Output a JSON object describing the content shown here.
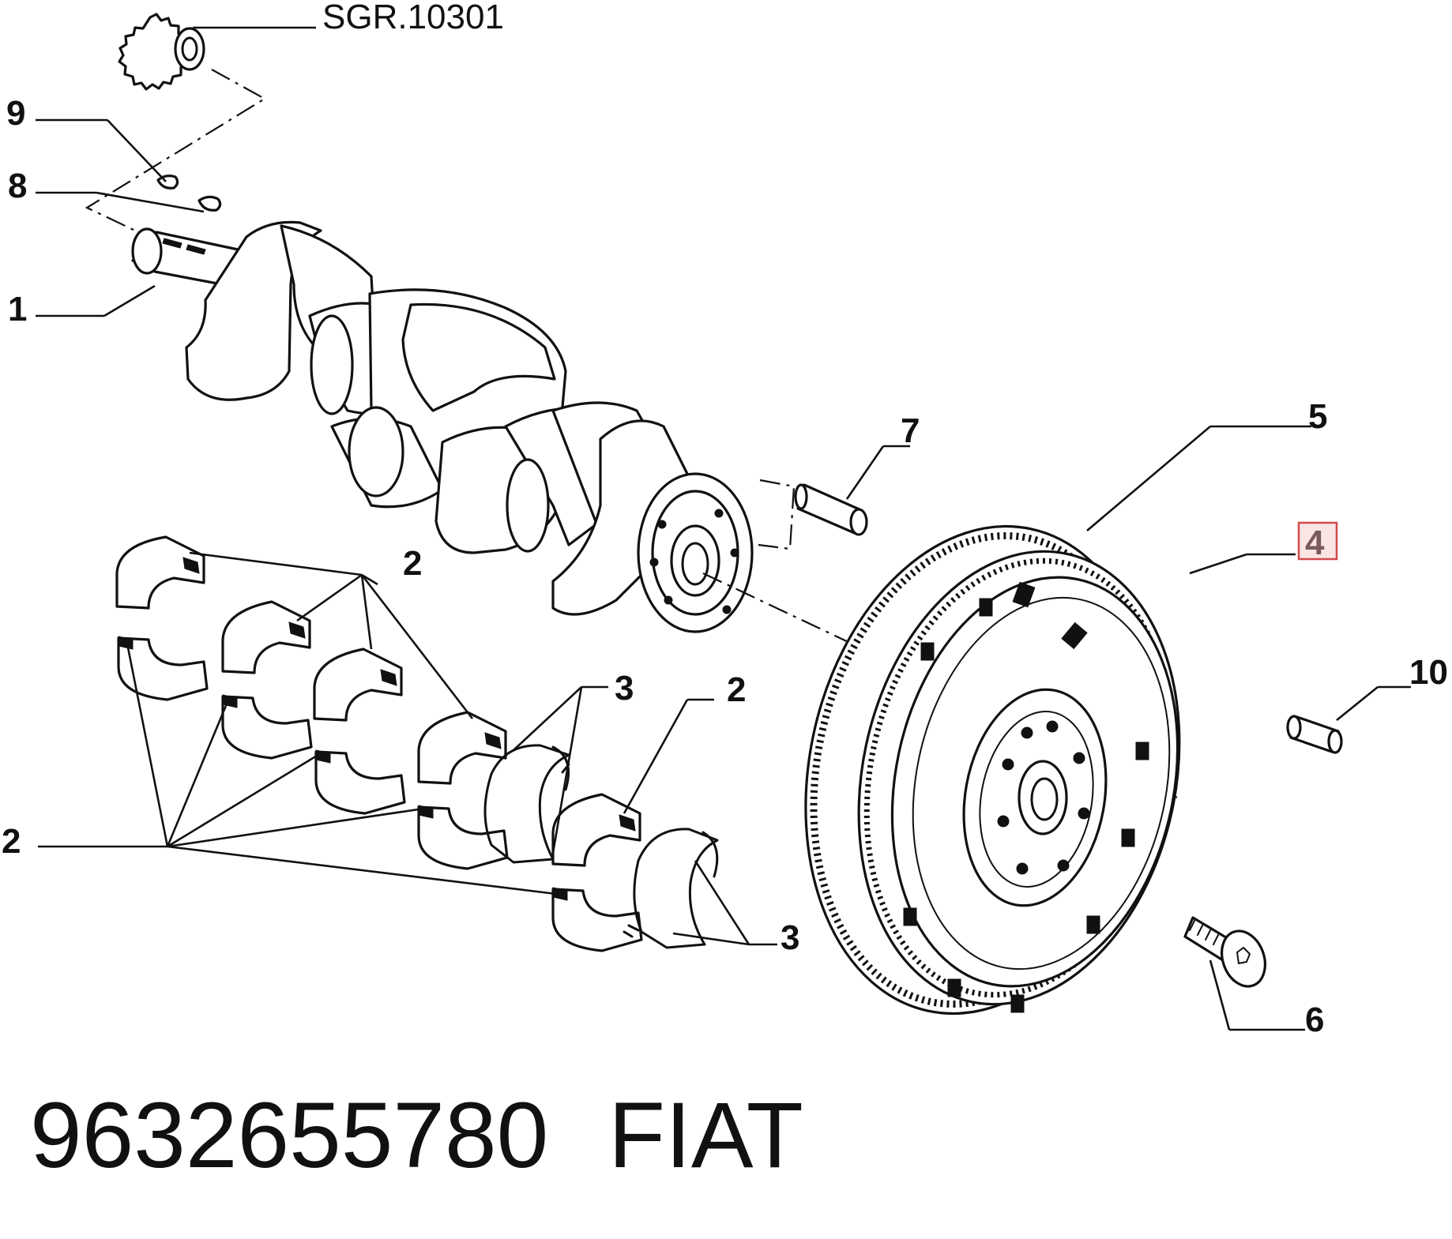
{
  "reference_label": "SGR.10301",
  "callouts": {
    "c1": "1",
    "c2a": "2",
    "c2b": "2",
    "c2c": "2",
    "c3a": "3",
    "c3b": "3",
    "c4": "4",
    "c5": "5",
    "c6": "6",
    "c7": "7",
    "c8": "8",
    "c9": "9",
    "c10": "10"
  },
  "highlighted_callout": "4",
  "footer": {
    "part_number": "9632655780",
    "brand": "FIAT"
  },
  "colors": {
    "ink": "#111111",
    "highlight_fill": "#fbe4e4",
    "highlight_stroke": "#d24a4a"
  }
}
